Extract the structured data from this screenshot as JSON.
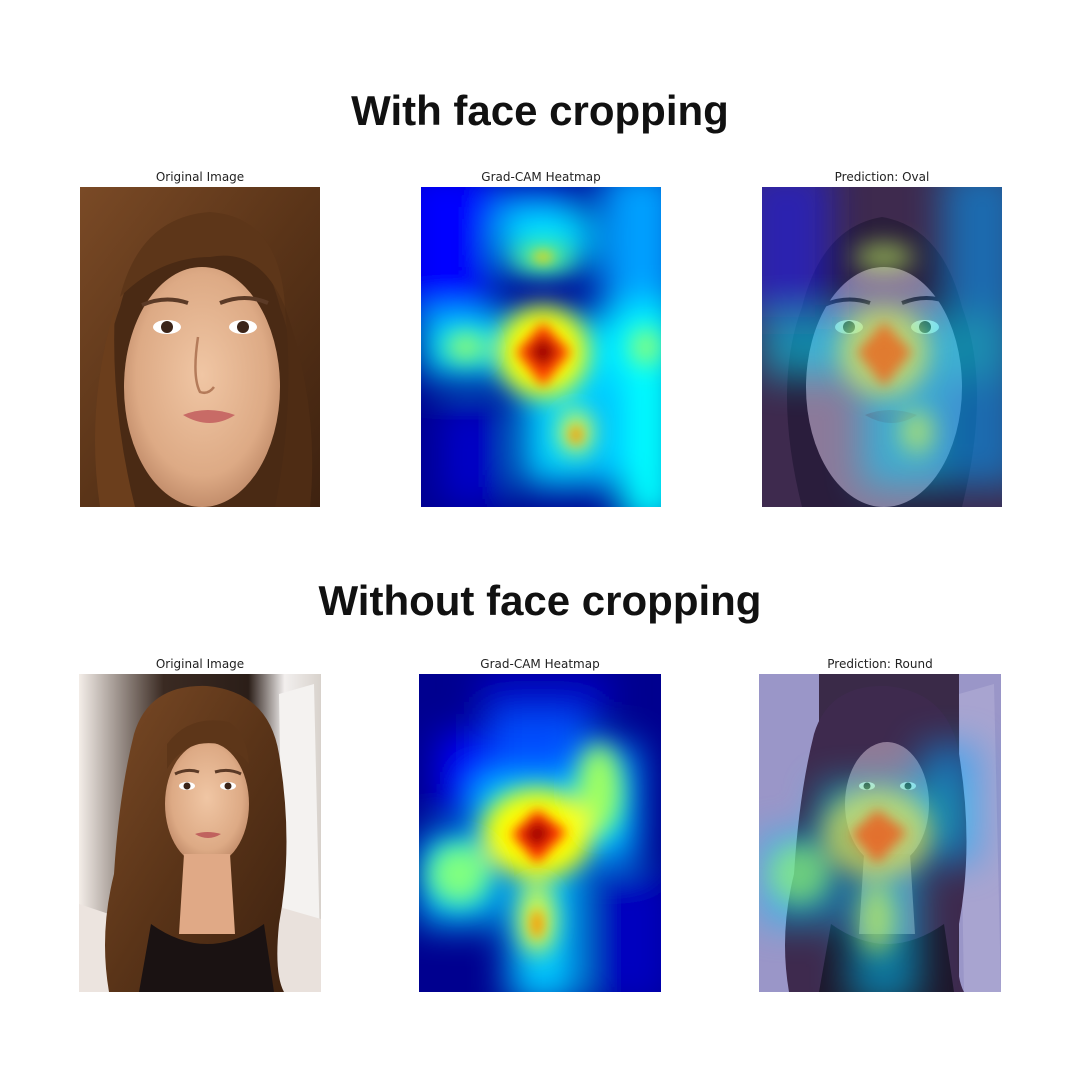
{
  "sections": [
    {
      "title": "With face cropping",
      "panels": [
        {
          "caption": "Original Image"
        },
        {
          "caption": "Grad-CAM Heatmap"
        },
        {
          "caption": "Prediction: Oval"
        }
      ]
    },
    {
      "title": "Without face cropping",
      "panels": [
        {
          "caption": "Original Image"
        },
        {
          "caption": "Grad-CAM Heatmap"
        },
        {
          "caption": "Prediction: Round"
        }
      ]
    }
  ],
  "colors": {
    "background": "#ffffff",
    "jet_low": "#00008f",
    "jet_cyan": "#00ffff",
    "jet_yellow": "#ffff00",
    "jet_red": "#ff0000",
    "hair": "#5a3418",
    "skin": "#e6b48e"
  }
}
